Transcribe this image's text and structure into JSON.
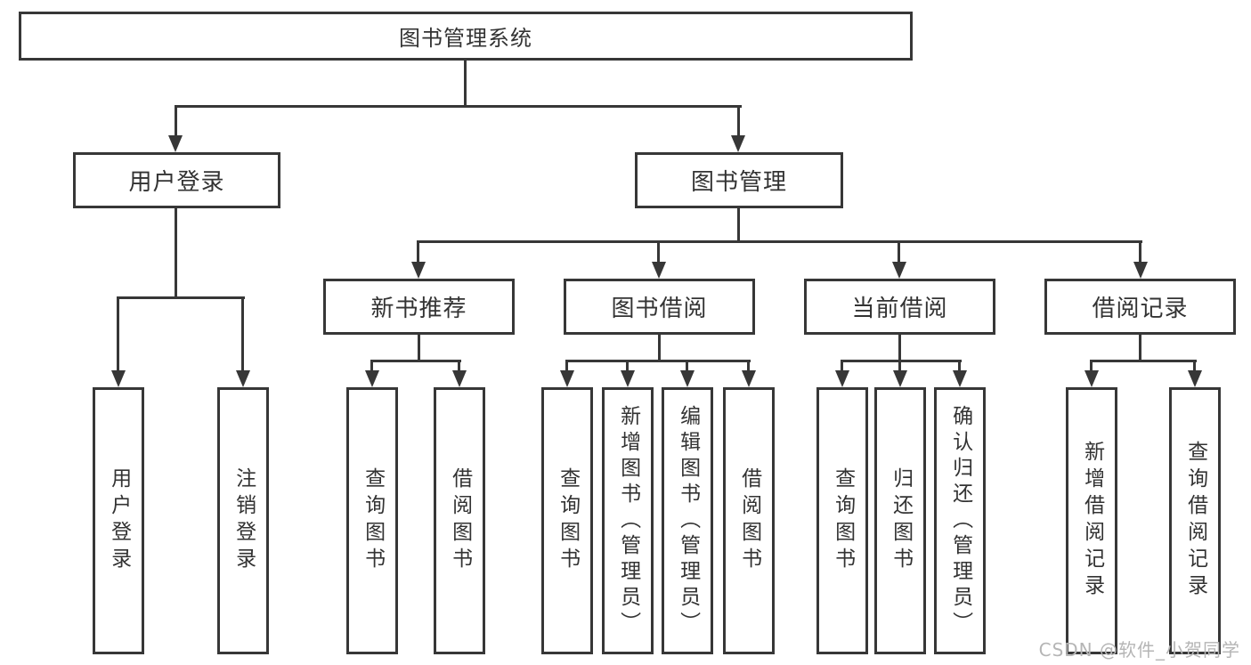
{
  "diagram": {
    "root": {
      "label": "图书管理系统"
    },
    "user_login_branch": {
      "label": "用户登录",
      "children": [
        "用户登录",
        "注销登录"
      ]
    },
    "book_mgmt_branch": {
      "label": "图书管理",
      "sections": [
        {
          "label": "新书推荐",
          "children": [
            "查询图书",
            "借阅图书"
          ]
        },
        {
          "label": "图书借阅",
          "children": [
            "查询图书",
            "新增图书（管理员）",
            "编辑图书（管理员）",
            "借阅图书"
          ]
        },
        {
          "label": "当前借阅",
          "children": [
            "查询图书",
            "归还图书",
            "确认归还（管理员）"
          ]
        },
        {
          "label": "借阅记录",
          "children": [
            "新增借阅记录",
            "查询借阅记录"
          ]
        }
      ]
    },
    "watermark": "CSDN @软件_小贺同学",
    "colors": {
      "line": "#373737",
      "text": "#333333",
      "watermark": "#b5b5b5",
      "background": "#ffffff"
    }
  }
}
